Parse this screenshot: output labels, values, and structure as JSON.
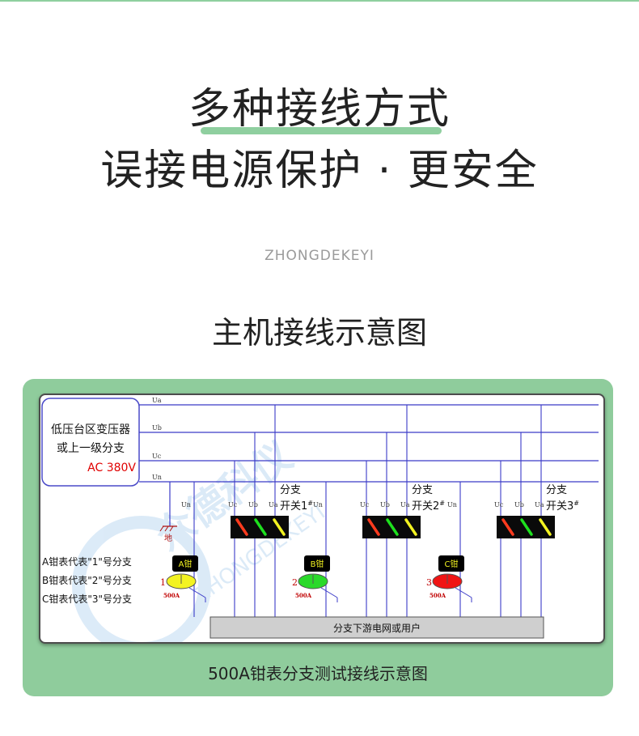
{
  "heading": {
    "line1": "多种接线方式",
    "line2": "误接电源保护 · 更安全"
  },
  "brand": "ZHONGDEKEYI",
  "subtitle": "主机接线示意图",
  "diagram": {
    "source_box": {
      "line1": "低压台区变压器",
      "line2": "或上一级分支",
      "voltage": "AC 380V"
    },
    "bus_labels": [
      "Ua",
      "Ub",
      "Uc",
      "Un"
    ],
    "ground_label": "地",
    "branches": [
      {
        "title": "分支",
        "switch": "开关1",
        "clamp_label": "A钳",
        "number": "1",
        "rating": "500A",
        "color": "#f3f321",
        "taps": [
          "Un",
          "Uc",
          "Ub",
          "Ua"
        ]
      },
      {
        "title": "分支",
        "switch": "开关2",
        "clamp_label": "B钳",
        "number": "2",
        "rating": "500A",
        "color": "#2ad92a",
        "taps": [
          "Un",
          "Uc",
          "Ub",
          "Ua"
        ]
      },
      {
        "title": "分支",
        "switch": "开关3",
        "clamp_label": "C钳",
        "number": "3",
        "rating": "500A",
        "color": "#f01414",
        "taps": [
          "Un",
          "Uc",
          "Ub",
          "Ua"
        ]
      }
    ],
    "switch_mark": "#",
    "legend": [
      "A钳表代表\"1\"号分支",
      "B钳表代表\"2\"号分支",
      "C钳表代表\"3\"号分支"
    ],
    "downstream": "分支下游电网或用户",
    "watermark_cn": "众德科仪",
    "watermark_en": "ZHONGDEKEYI"
  },
  "caption": "500A钳表分支测试接线示意图",
  "colors": {
    "accent_green": "#8fcc9c",
    "bus_line": "#3b3bc8",
    "voltage_red": "#e00000",
    "switch_phase": "#ff3b1e",
    "switch_neutral": "#1ee01e",
    "switch_yellow": "#f3f321"
  }
}
